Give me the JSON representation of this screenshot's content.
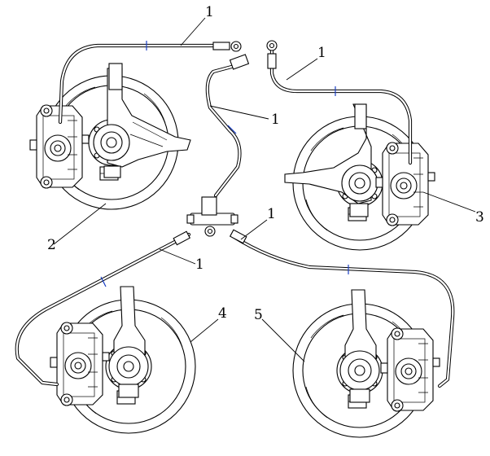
{
  "colors": {
    "line": "#000000",
    "hose_clip": "#1a3fc4",
    "background": "#ffffff"
  },
  "callouts": [
    {
      "id": "c1a",
      "text": "1"
    },
    {
      "id": "c1b",
      "text": "1"
    },
    {
      "id": "c1c",
      "text": "1"
    },
    {
      "id": "c1d",
      "text": "1"
    },
    {
      "id": "c1e",
      "text": "1"
    },
    {
      "id": "c2",
      "text": "2"
    },
    {
      "id": "c3",
      "text": "3"
    },
    {
      "id": "c4",
      "text": "4"
    },
    {
      "id": "c5",
      "text": "5"
    }
  ]
}
